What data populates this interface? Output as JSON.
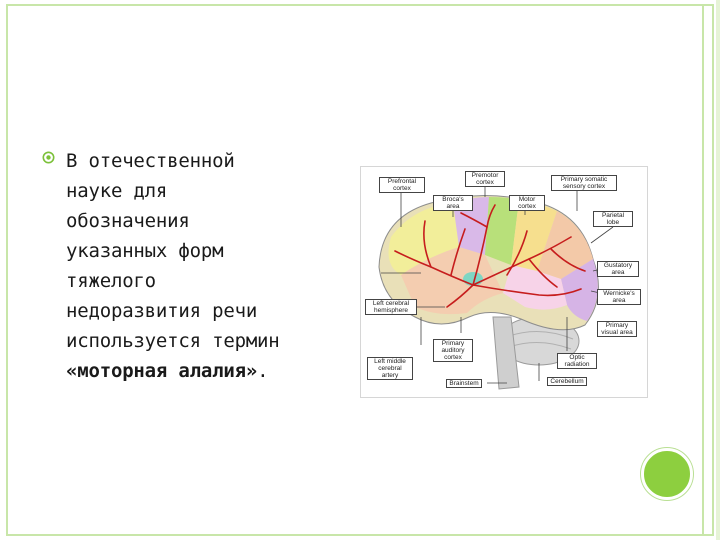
{
  "bullet": {
    "lines": [
      "В отечественной",
      "науке для",
      "обозначения",
      "указанных форм",
      "тяжелого",
      "недоразвития речи",
      "используется термин"
    ],
    "bold_line": "«моторная алалия»",
    "bold_suffix": "."
  },
  "figure": {
    "labels": {
      "prefrontal": "Prefrontal cortex",
      "premotor": "Premotor cortex",
      "primary_somatic": "Primary somatic sensory cortex",
      "broca": "Broca's area",
      "motor": "Motor cortex",
      "parietal": "Parietal lobe",
      "gustatory": "Gustatory area",
      "wernicke": "Wernicke's area",
      "left_cerebral": "Left cerebral hemisphere",
      "primary_visual": "Primary visual area",
      "primary_auditory": "Primary auditory cortex",
      "optic": "Optic radiation",
      "left_middle_artery": "Left middle cerebral artery",
      "brainstem": "Brainstem",
      "cerebellum": "Cerebellum"
    }
  },
  "colors": {
    "accent": "#8dcf3f",
    "frame": "#c8e6a9"
  }
}
